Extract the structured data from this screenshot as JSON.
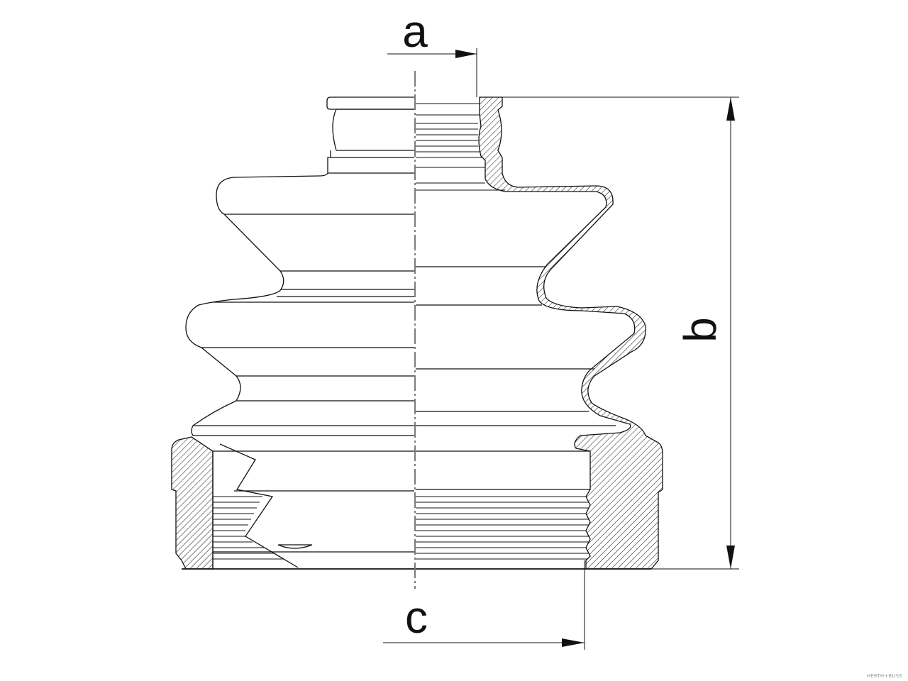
{
  "drawing": {
    "subject": "",
    "dimensions": [
      {
        "key": "a",
        "label": "a"
      },
      {
        "key": "b",
        "label": "b"
      },
      {
        "key": "c",
        "label": "c"
      }
    ],
    "watermark": "HERTH+BUSS",
    "colors": {
      "line": "#111111",
      "background": "#ffffff",
      "watermark": "#999999"
    }
  }
}
